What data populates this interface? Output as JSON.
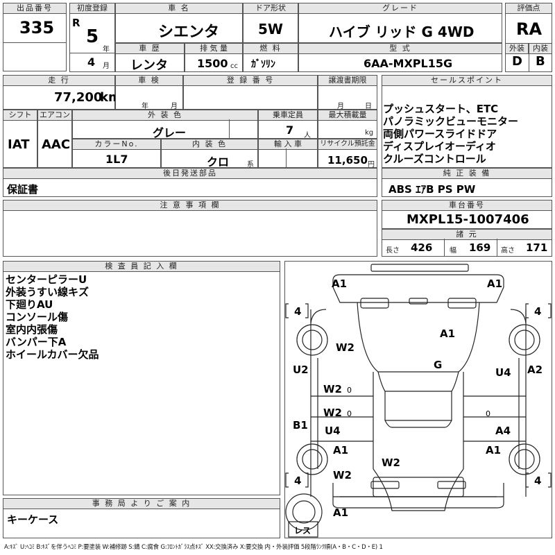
{
  "lot": {
    "label": "出品番号",
    "value": "335"
  },
  "first_reg": {
    "label": "初度登録",
    "era": "R",
    "year": "5",
    "year_unit": "年",
    "month": "4",
    "month_unit": "月"
  },
  "car_name": {
    "label": "車 名",
    "value": "シエンタ"
  },
  "door": {
    "label": "ドア形状",
    "value": "5W"
  },
  "grade": {
    "label": "グレード",
    "value": "ハイブ リッド G 4WD"
  },
  "rating": {
    "label": "評価点",
    "value": "RA",
    "ext_label": "外装",
    "ext": "D",
    "int_label": "内装",
    "int": "B"
  },
  "history": {
    "label": "車 歴",
    "value": "レンタ"
  },
  "displacement": {
    "label": "排 気 量",
    "value": "1500",
    "unit": "cc"
  },
  "fuel": {
    "label": "燃 料",
    "value": "ｶﾞｿﾘﾝ"
  },
  "model": {
    "label": "型 式",
    "value": "6AA-MXPL15G"
  },
  "mileage": {
    "label": "走 行",
    "value": "77,200",
    "unit": "km"
  },
  "inspection": {
    "label": "車 検",
    "year_unit": "年",
    "month_unit": "月"
  },
  "reg_no": {
    "label": "登 録 番 号"
  },
  "transfer": {
    "label": "譲渡書期限",
    "month_unit": "月",
    "day_unit": "日"
  },
  "shift": {
    "label": "シフト",
    "value": "IAT"
  },
  "aircon": {
    "label": "エアコン",
    "value": "AAC"
  },
  "ext_color": {
    "label": "外 装 色",
    "value": "グレー"
  },
  "capacity": {
    "label": "乗車定員",
    "value": "7",
    "unit": "人"
  },
  "max_load": {
    "label": "最大積載量",
    "unit": "kg"
  },
  "color_no": {
    "label": "カラーNo.",
    "value": "1L7"
  },
  "int_color": {
    "label": "内 装 色",
    "value": "クロ",
    "unit": "系"
  },
  "import": {
    "label": "輸 入 車"
  },
  "recycle": {
    "label": "リサイクル預託金",
    "value": "11,650",
    "unit": "円"
  },
  "later_parts": {
    "label": "後日発送部品",
    "value": "保証書"
  },
  "sales": {
    "label": "セールスポイント",
    "items": [
      "プッシュスタート、ETC",
      "パノラミックビューモニター",
      "両側パワースライドドア",
      "ディスプレイオーディオ",
      "クルーズコントロール"
    ]
  },
  "equipment": {
    "label": "純 正 装 備",
    "value": "ABS ｴｱB PS PW"
  },
  "notes": {
    "label": "注 意 事 項 欄"
  },
  "chassis": {
    "label": "車台番号",
    "value": "MXPL15-1007406"
  },
  "dims": {
    "label": "諸 元",
    "len_label": "長さ",
    "len": "426",
    "wid_label": "幅",
    "wid": "169",
    "hgt_label": "高さ",
    "hgt": "171"
  },
  "inspector": {
    "label": "検 査 員 記 入 欄",
    "items": [
      "センターピラーU",
      "外装うすい線キズ",
      "下廻りAU",
      "コンソール傷",
      "室内内張傷",
      "バンパー下A",
      "ホイールカバー欠品"
    ]
  },
  "office": {
    "label": "事 務 局 よ り ご 案 内",
    "value": "キーケース"
  },
  "legend": "A:ｷｽﾞ U:ﾍｺﾐ B:ｷｽﾞを伴うﾍｺﾐ P:要塗装 W:補修跡 S:錆 C:腐食 G:ﾌﾛﾝﾄｶﾞﾗｽ点ｷｽﾞ XX:交換済み X:要交換 内・外装評価 5段階ﾗﾝｸ順(A・B・C・D・E) 1",
  "diagram": {
    "marks": {
      "fr_bumper_l": "A1",
      "fr_bumper_r": "A1",
      "hood": "A1",
      "windshield": "G",
      "fr_fender_l": "W2",
      "fr_door_l": "W2",
      "rr_door_l": "W2",
      "step_l": "U4",
      "sill_l": "U2",
      "pillar_r": "U4",
      "sill_r": "A2",
      "rr_door_r": "A4",
      "rr_qtr_l": "B1",
      "rr_wheel_l": "A1",
      "rr_qtr_r": "A1",
      "back_door": "W2",
      "rr_bumper_l": "W2",
      "rr_bumper_bottom": "A1"
    },
    "zeros": [
      "0",
      "0",
      "0"
    ],
    "tire_marks": [
      "4",
      "4",
      "4",
      "4"
    ],
    "spare": "レス"
  }
}
